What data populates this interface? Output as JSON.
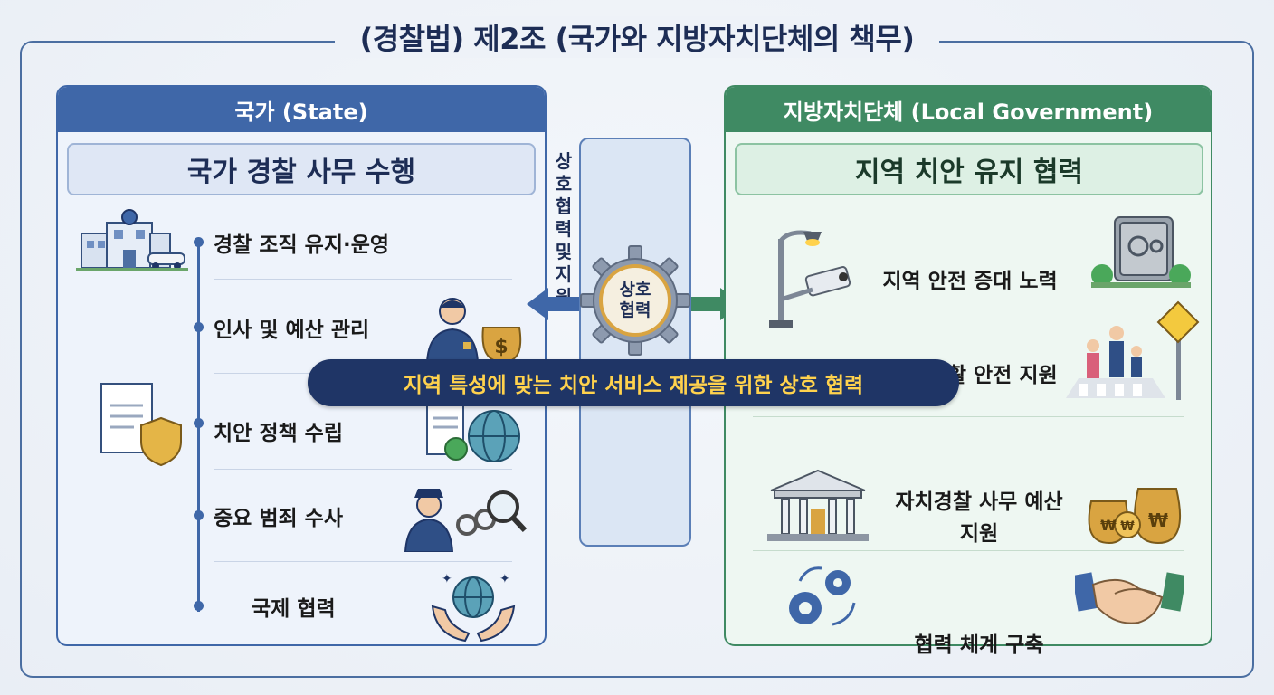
{
  "title": "(경찰법) 제2조 (국가와 지방자치단체의 책무)",
  "left_panel": {
    "header": "국가 (State)",
    "subtitle": "국가 경찰 사무 수행",
    "items": [
      {
        "label": "경찰 조직 유지·운영",
        "icon": "police-station-icon"
      },
      {
        "label": "인사 및 예산 관리",
        "icon": "officer-budget-icon"
      },
      {
        "label": "치안 정책 수립",
        "icon": "policy-globe-icon"
      },
      {
        "label": "중요 범죄 수사",
        "icon": "investigation-icon"
      },
      {
        "label": "국제 협력",
        "icon": "global-hands-icon"
      }
    ],
    "side_icon": "document-shield-icon"
  },
  "center": {
    "vertical_label": [
      "상",
      "호",
      "협",
      "력",
      "및",
      "지",
      "원"
    ],
    "gear_label_line1": "상호",
    "gear_label_line2": "협력"
  },
  "banner": "지역 특성에 맞는 치안 서비스 제공을 위한 상호 협력",
  "right_panel": {
    "header": "지방자치단체 (Local Government)",
    "subtitle": "지역 치안 유지 협력",
    "items": [
      {
        "label": "지역 안전 증대 노력",
        "icon": "safe-icon"
      },
      {
        "label": "주민 생활 안전 지원",
        "icon": "crosswalk-sign-icon"
      },
      {
        "label_line1": "자치경찰 사무 예산",
        "label_line2": "지원",
        "icon": "money-bags-icon"
      },
      {
        "label": "협력 체계 구축",
        "icon": "handshake-icon"
      }
    ],
    "left_icons": [
      "cctv-streetlight-icon",
      "government-building-icon",
      "gears-icon"
    ]
  },
  "colors": {
    "state_blue": "#3f67a8",
    "local_green": "#3f8a63",
    "banner_navy": "#1f3566",
    "banner_text": "#ffd24d"
  }
}
